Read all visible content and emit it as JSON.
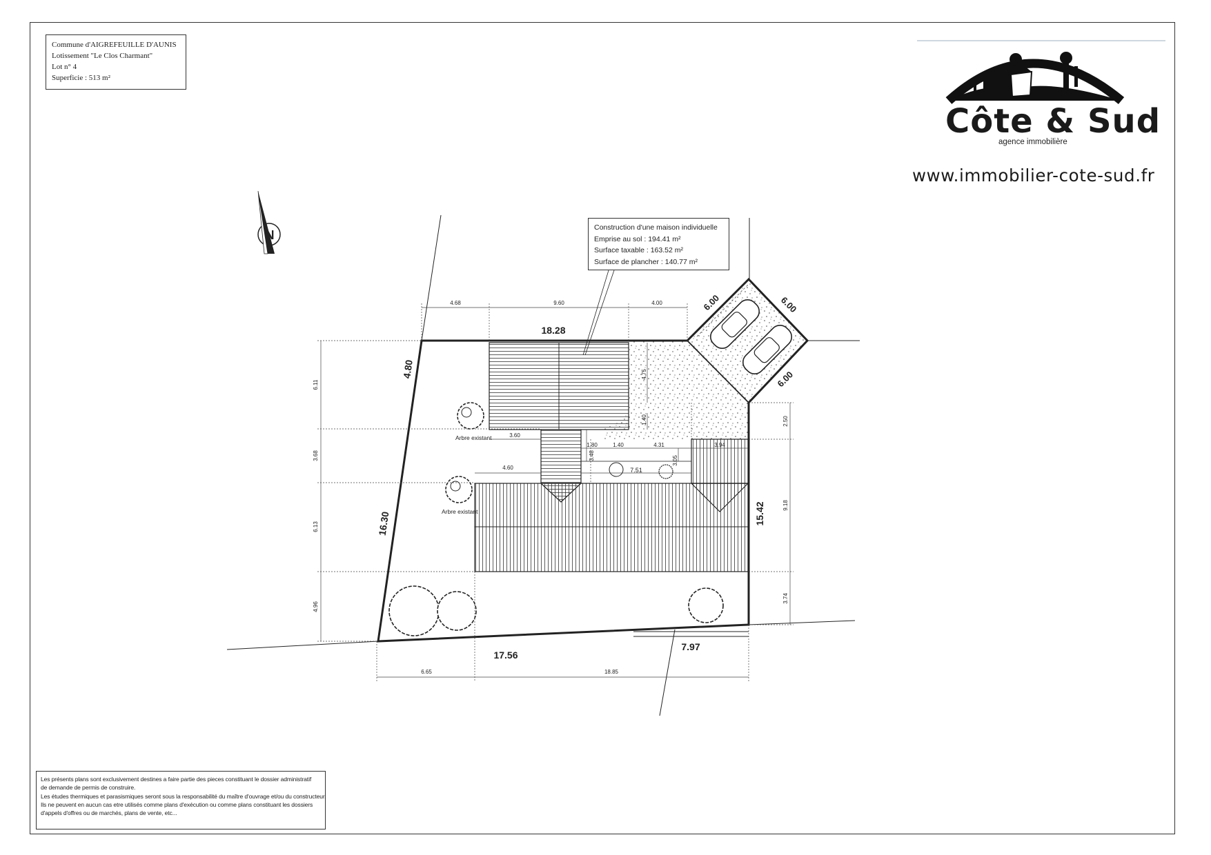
{
  "info_box": {
    "commune": "Commune d'AIGREFEUILLE D'AUNIS",
    "lotissement": "Lotissement \"Le Clos Charmant\"",
    "lot": "Lot n° 4",
    "superficie": "Superficie : 513 m²"
  },
  "logo": {
    "name": "Côte & Sud",
    "tagline": "agence immobilière",
    "url": "www.immobilier-cote-sud.fr"
  },
  "north_label": "N",
  "construction": {
    "title": "Construction d'une maison individuelle",
    "emprise": "Emprise au sol : 194.41 m²",
    "surface_taxable": "Surface taxable : 163.52 m²",
    "surface_plancher": "Surface de plancher : 140.77 m²"
  },
  "plot_dimensions": {
    "top": "18.28",
    "top_left": "4.80",
    "left": "16.30",
    "bottom": "17.56",
    "bottom_right": "7.97",
    "right": "15.42",
    "parking_top_left": "6.00",
    "parking_top_right": "6.00",
    "parking_bottom": "6.00"
  },
  "top_dimensions": [
    "4.68",
    "9.60",
    "4.00"
  ],
  "bottom_dimensions": [
    "6.65",
    "18.85"
  ],
  "left_dimensions": [
    "6.11",
    "3.68",
    "6.13",
    "4.96"
  ],
  "right_dimensions": [
    "2.50",
    "9.18",
    "3.74"
  ],
  "inner_dimensions": {
    "d_3_60": "3.60",
    "d_4_60": "4.60",
    "d_1_80": "1.80",
    "d_1_40a": "1.40",
    "d_4_31": "4.31",
    "d_3_94": "3.94",
    "d_7_51": "7.51",
    "d_4_75": "4.75",
    "d_1_40b": "1.40",
    "d_3_05": "3.05",
    "d_3_48": "3.48"
  },
  "tree_labels": {
    "tree1": "Arbre existant",
    "tree2": "Arbre existant"
  },
  "notes": [
    "Les présents plans sont exclusivement destines a faire partie des pieces constituant le dossier administratif",
    "de demande de permis de construire.",
    "Les études thermiques et parasismiques seront sous la responsabilité du maître d'ouvrage et/ou du constructeur.",
    "Ils ne peuvent en aucun cas etre utilisés comme plans d'exécution ou comme plans constituant les dossiers",
    "d'appels d'offres ou de marchés, plans de vente, etc..."
  ]
}
